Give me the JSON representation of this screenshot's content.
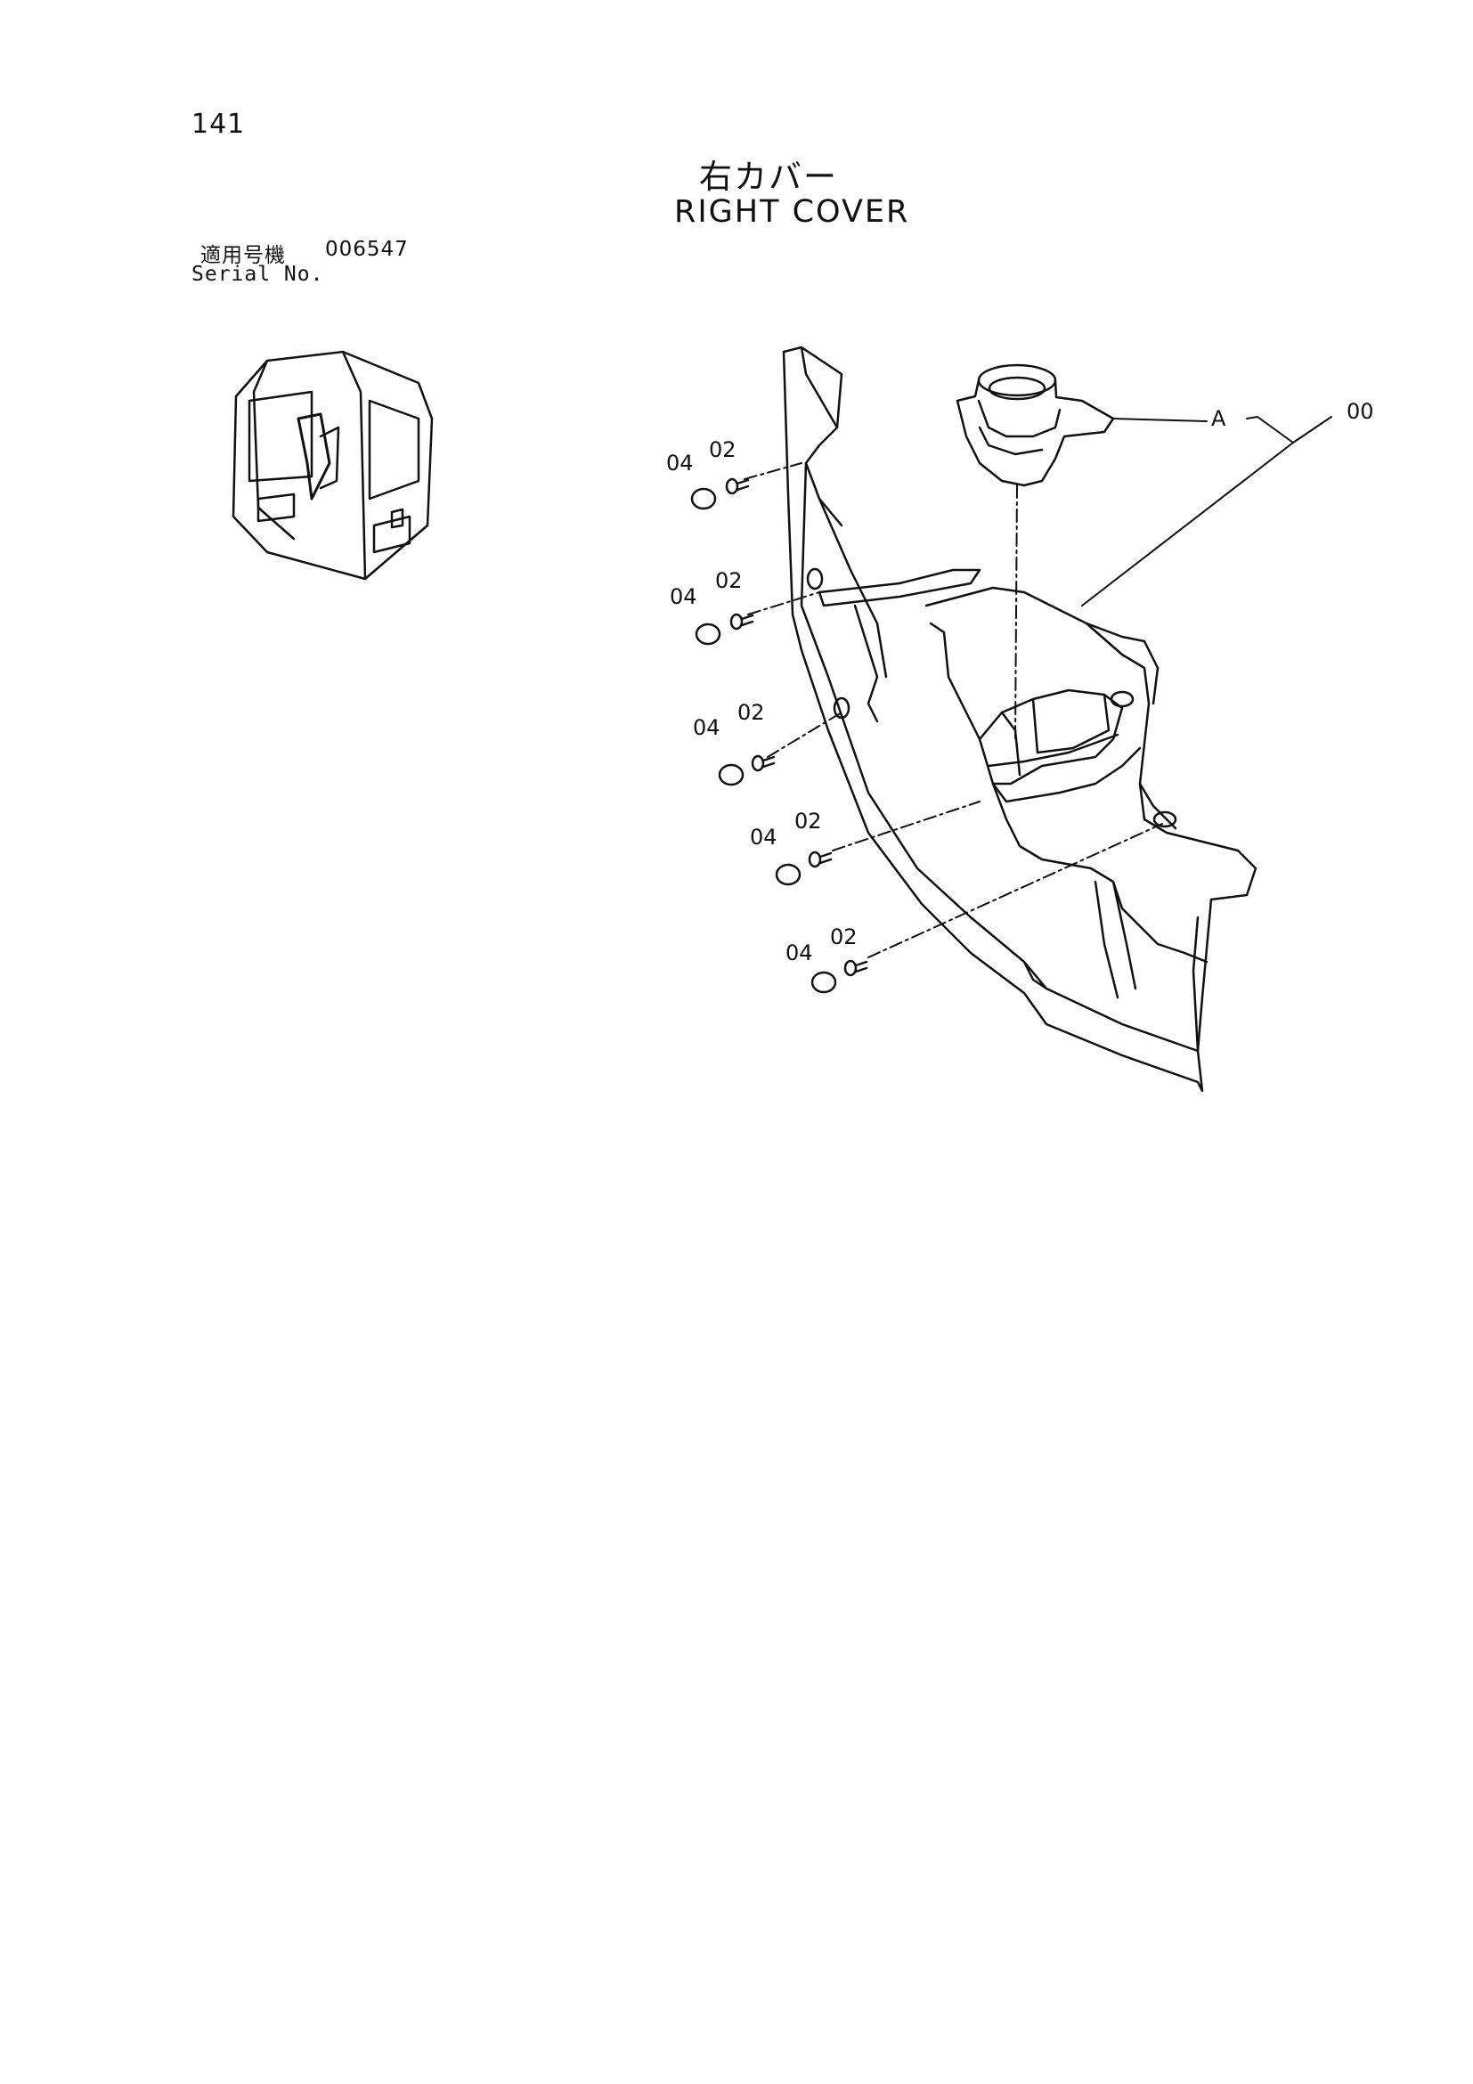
{
  "page": {
    "number": "141"
  },
  "title": {
    "japanese": "右カバー",
    "english": "RIGHT COVER"
  },
  "serial": {
    "label_jp": "適用号機",
    "number": "006547",
    "label_en": "Serial No."
  },
  "callouts": {
    "assembly": "00",
    "view_marker": "A",
    "screw": "02",
    "cap": "04"
  },
  "icons": {
    "cab_locator": "excavator-cab-icon",
    "cover_part": "right-cover-part-drawing"
  }
}
